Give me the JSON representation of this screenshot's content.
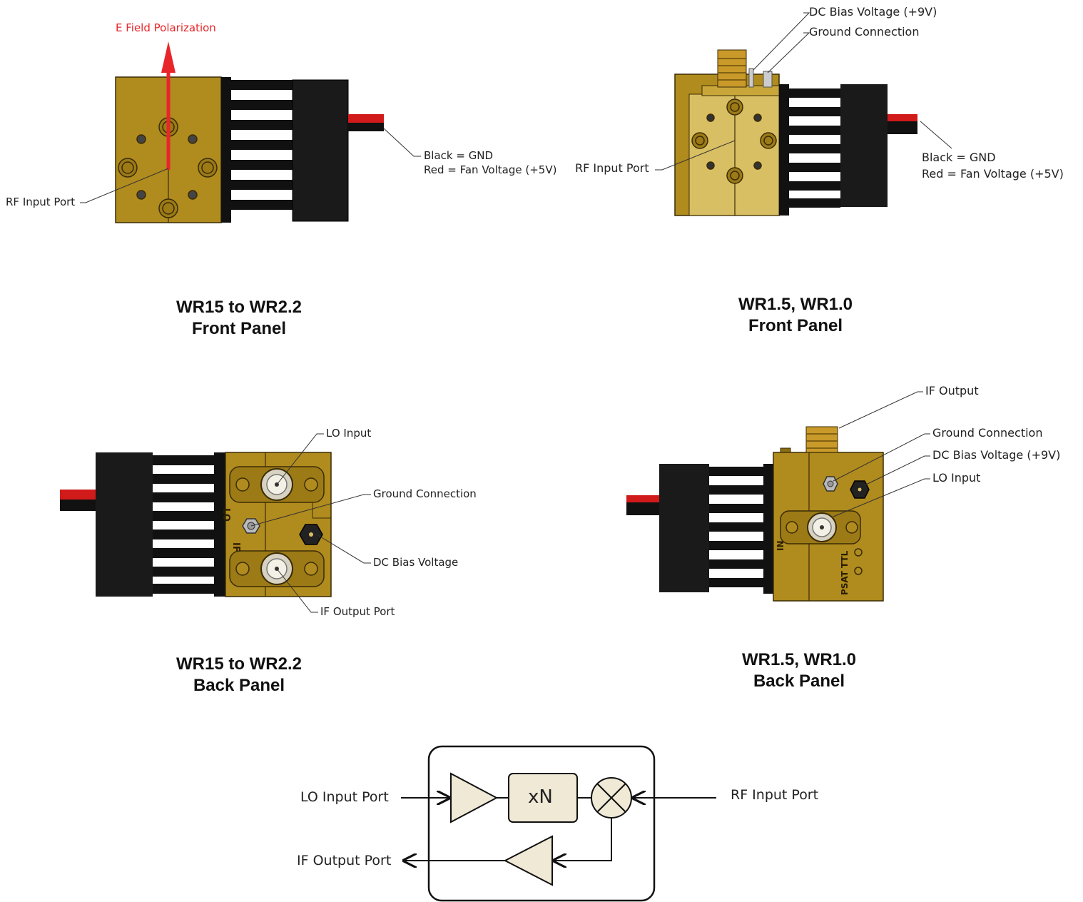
{
  "colors": {
    "brass": "#b08b1e",
    "brass_light": "#d9bf63",
    "brass_dark": "#7a5c0a",
    "fan": "#1a1a1a",
    "red_wire": "#d11a1a",
    "polarization": "#e8262a",
    "block_fill": "#efe9d6"
  },
  "panels": {
    "front_std": {
      "polarization_label": "E Field Polarization",
      "rf_port_label": "RF Input Port",
      "wire_line1": "Black = GND",
      "wire_line2": "Red = Fan Voltage (+5V)",
      "caption_line1": "WR15 to WR2.2",
      "caption_line2": "Front Panel"
    },
    "front_small": {
      "dc_bias_label": "DC Bias Voltage (+9V)",
      "ground_label": "Ground Connection",
      "rf_port_label": "RF Input Port",
      "wire_line1": "Black = GND",
      "wire_line2": "Red = Fan Voltage (+5V)",
      "caption_line1": "WR1.5, WR1.0",
      "caption_line2": "Front Panel"
    },
    "back_std": {
      "lo_input_label": "LO Input",
      "ground_label": "Ground Connection",
      "dc_bias_label": "DC Bias Voltage",
      "if_output_label": "IF Output Port",
      "lo_engraving": "LO",
      "if_engraving": "IF",
      "caption_line1": "WR15 to WR2.2",
      "caption_line2": "Back Panel"
    },
    "back_small": {
      "if_output_label": "IF Output",
      "ground_label": "Ground Connection",
      "dc_bias_label": "DC Bias Voltage (+9V)",
      "lo_input_label": "LO Input",
      "in_engraving": "IN",
      "ttl_engraving": "TTL",
      "psat_engraving": "PSAT",
      "caption_line1": "WR1.5, WR1.0",
      "caption_line2": "Back Panel"
    }
  },
  "block_diagram": {
    "lo_input_port": "LO Input Port",
    "rf_input_port": "RF Input Port",
    "if_output_port": "IF Output Port",
    "multiplier_label": "xN"
  }
}
